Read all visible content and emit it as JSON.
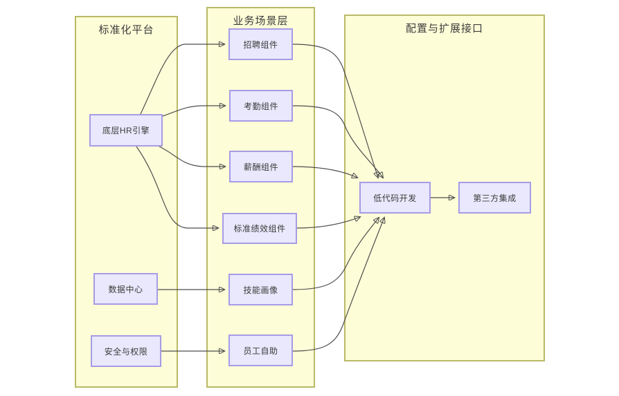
{
  "diagram": {
    "type": "architecture-flow-diagram",
    "colors": {
      "background": "#ffffff",
      "group_fill": "#fdfdd8",
      "group_border": "#b9b966",
      "node_fill": "#e9e8fc",
      "node_border": "#a79be6",
      "arrow": "#4d4d4d",
      "text": "#3b3b3b"
    },
    "groups": [
      {
        "id": "platform",
        "title": "标准化平台"
      },
      {
        "id": "business",
        "title": "业务场景层"
      },
      {
        "id": "config",
        "title": "配置与扩展接口"
      }
    ],
    "nodes": {
      "hr_engine": {
        "label": "底层HR引擎",
        "group": "标准化平台"
      },
      "data_center": {
        "label": "数据中心",
        "group": "标准化平台"
      },
      "security": {
        "label": "安全与权限",
        "group": "标准化平台"
      },
      "recruit": {
        "label": "招聘组件",
        "group": "业务场景层"
      },
      "attendance": {
        "label": "考勤组件",
        "group": "业务场景层"
      },
      "salary": {
        "label": "薪酬组件",
        "group": "业务场景层"
      },
      "performance": {
        "label": "标准绩效组件",
        "group": "业务场景层"
      },
      "skill": {
        "label": "技能画像",
        "group": "业务场景层"
      },
      "self_service": {
        "label": "员工自助",
        "group": "业务场景层"
      },
      "lowcode": {
        "label": "低代码开发",
        "group": "配置与扩展接口"
      },
      "third_party": {
        "label": "第三方集成",
        "group": "配置与扩展接口"
      }
    },
    "edges": [
      {
        "from": "底层HR引擎",
        "to": "招聘组件"
      },
      {
        "from": "底层HR引擎",
        "to": "考勤组件"
      },
      {
        "from": "底层HR引擎",
        "to": "薪酬组件"
      },
      {
        "from": "底层HR引擎",
        "to": "标准绩效组件"
      },
      {
        "from": "数据中心",
        "to": "技能画像"
      },
      {
        "from": "安全与权限",
        "to": "员工自助"
      },
      {
        "from": "招聘组件",
        "to": "低代码开发"
      },
      {
        "from": "考勤组件",
        "to": "低代码开发"
      },
      {
        "from": "薪酬组件",
        "to": "低代码开发"
      },
      {
        "from": "标准绩效组件",
        "to": "低代码开发"
      },
      {
        "from": "技能画像",
        "to": "低代码开发"
      },
      {
        "from": "员工自助",
        "to": "低代码开发"
      },
      {
        "from": "低代码开发",
        "to": "第三方集成"
      }
    ]
  }
}
